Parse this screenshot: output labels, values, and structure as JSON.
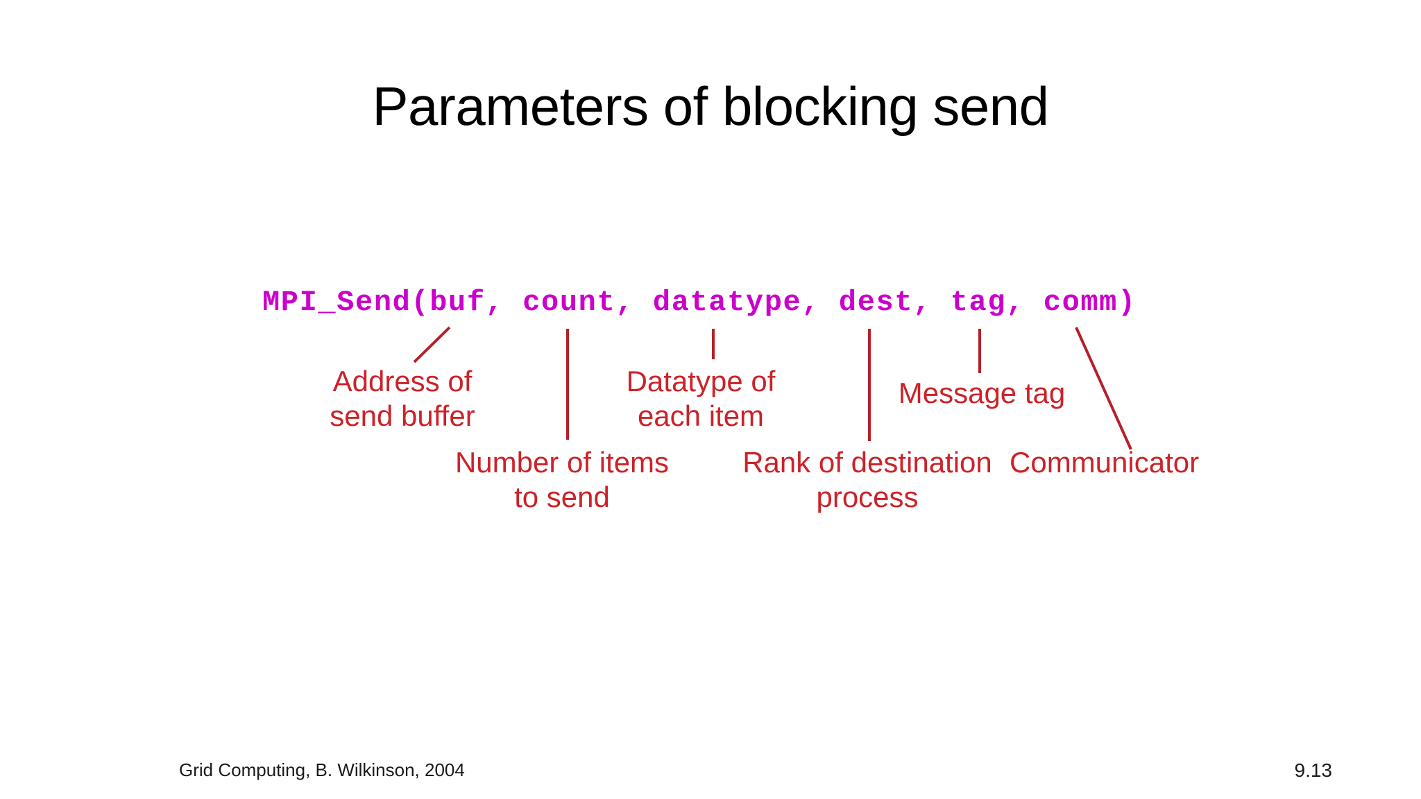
{
  "slide": {
    "title": "Parameters of blocking send",
    "background_color": "#FFFFFF"
  },
  "code": {
    "signature": "MPI_Send(buf, count, datatype, dest, tag, comm)",
    "color": "#CC00CC",
    "tokens": [
      "MPI_Send",
      "buf",
      "count",
      "datatype",
      "dest",
      "tag",
      "comm"
    ]
  },
  "annotations": {
    "color": "#CC2229",
    "items": [
      {
        "param": "buf",
        "text": "Address of\nsend buffer",
        "leader": "diagonal"
      },
      {
        "param": "count",
        "text": "Number of items\nto send",
        "leader": "vertical"
      },
      {
        "param": "datatype",
        "text": "Datatype of\neach item",
        "leader": "vertical"
      },
      {
        "param": "dest",
        "text": "Rank of destination\nprocess",
        "leader": "vertical"
      },
      {
        "param": "tag",
        "text": "Message tag",
        "leader": "vertical"
      },
      {
        "param": "comm",
        "text": "Communicator",
        "leader": "diagonal"
      }
    ]
  },
  "footer": {
    "credit": "Grid Computing, B. Wilkinson, 2004",
    "page_number": "9.13"
  }
}
